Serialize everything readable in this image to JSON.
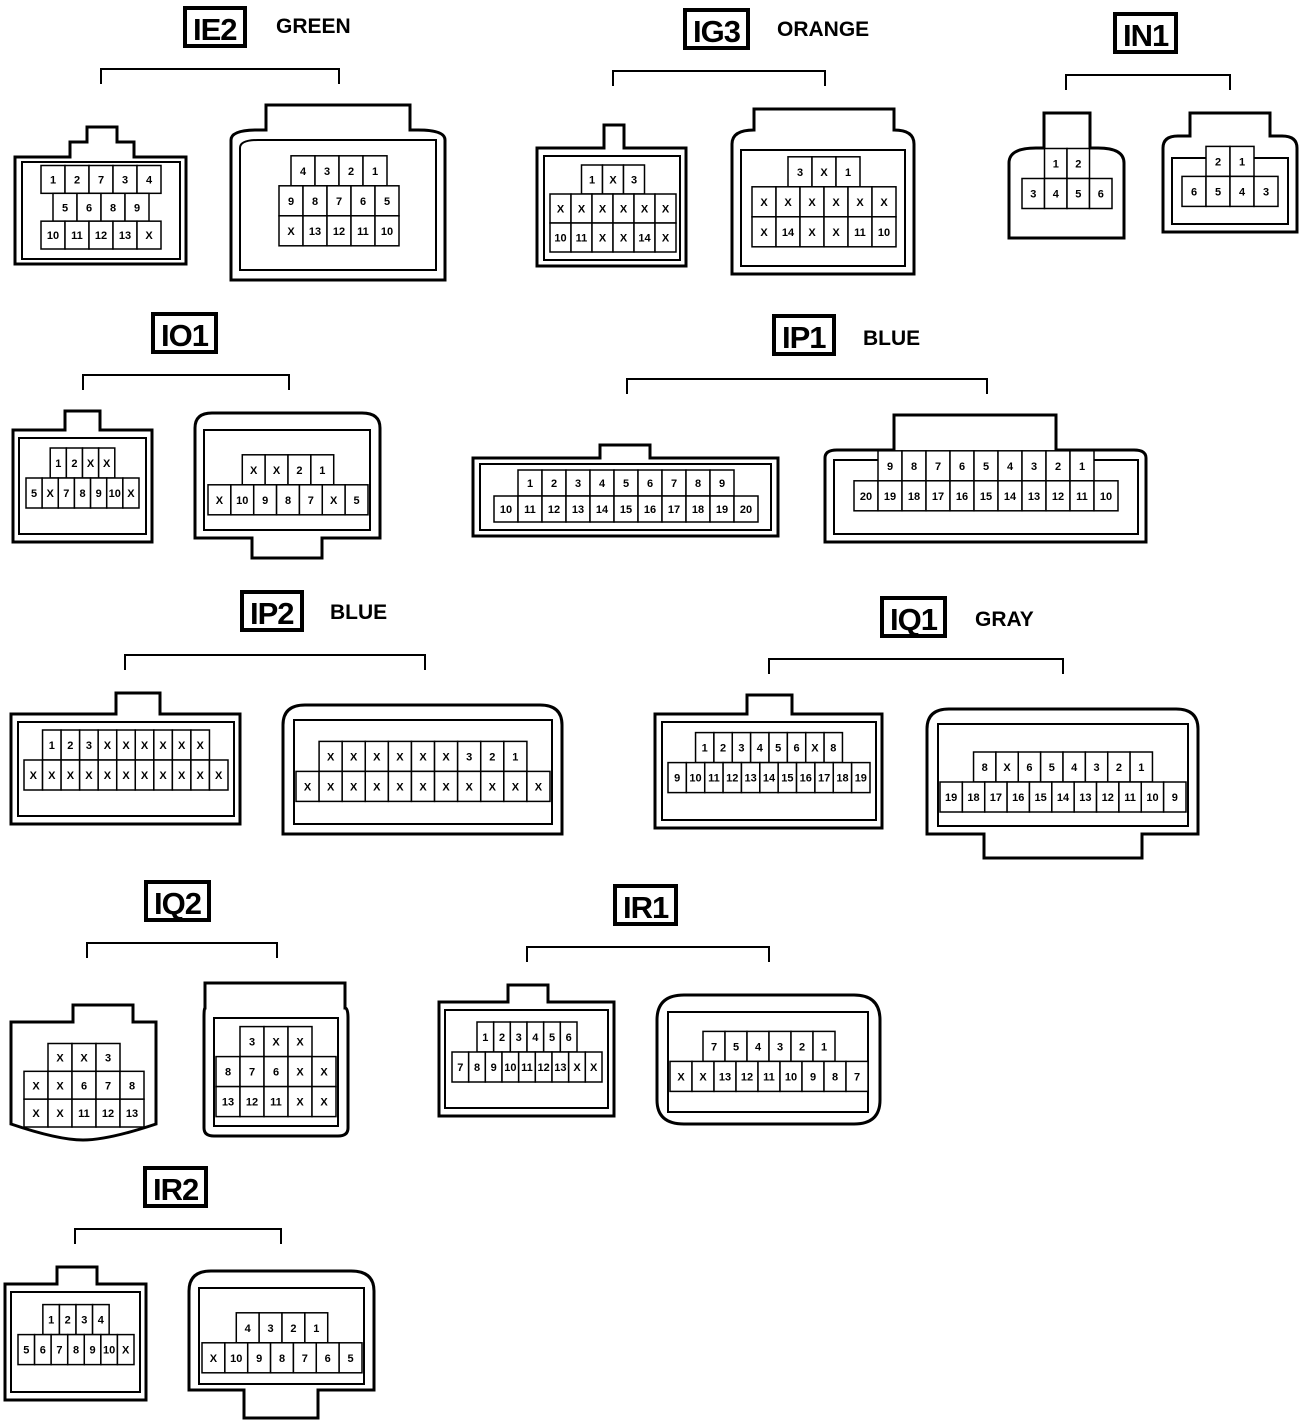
{
  "connectors": [
    {
      "code": "IE2",
      "color": "GREEN",
      "female": {
        "rows": [
          [
            "1",
            "2",
            "7",
            "3",
            "4"
          ],
          [
            "5",
            "6",
            "8",
            "9"
          ],
          [
            "10",
            "11",
            "12",
            "13",
            "X"
          ]
        ]
      },
      "male": {
        "rows": [
          [
            "4",
            "3",
            "2",
            "1"
          ],
          [
            "9",
            "8",
            "7",
            "6",
            "5"
          ],
          [
            "X",
            "13",
            "12",
            "11",
            "10"
          ]
        ]
      }
    },
    {
      "code": "IG3",
      "color": "ORANGE",
      "female": {
        "rows": [
          [
            "1",
            "X",
            "3"
          ],
          [
            "X",
            "X",
            "X",
            "X",
            "X",
            "X"
          ],
          [
            "10",
            "11",
            "X",
            "X",
            "14",
            "X"
          ]
        ]
      },
      "male": {
        "rows": [
          [
            "3",
            "X",
            "1"
          ],
          [
            "X",
            "X",
            "X",
            "X",
            "X",
            "X"
          ],
          [
            "X",
            "14",
            "X",
            "X",
            "11",
            "10"
          ]
        ]
      }
    },
    {
      "code": "IN1",
      "color": "",
      "female": {
        "rows": [
          [
            "1",
            "2"
          ],
          [
            "3",
            "4",
            "5",
            "6"
          ]
        ]
      },
      "male": {
        "rows": [
          [
            "2",
            "1"
          ],
          [
            "6",
            "5",
            "4",
            "3"
          ]
        ]
      }
    },
    {
      "code": "IO1",
      "color": "",
      "female": {
        "rows": [
          [
            "1",
            "2",
            "X",
            "X"
          ],
          [
            "5",
            "X",
            "7",
            "8",
            "9",
            "10",
            "X"
          ]
        ]
      },
      "male": {
        "rows": [
          [
            "X",
            "X",
            "2",
            "1"
          ],
          [
            "X",
            "10",
            "9",
            "8",
            "7",
            "X",
            "5"
          ]
        ]
      }
    },
    {
      "code": "IP1",
      "color": "BLUE",
      "female": {
        "rows": [
          [
            "1",
            "2",
            "3",
            "4",
            "5",
            "6",
            "7",
            "8",
            "9"
          ],
          [
            "10",
            "11",
            "12",
            "13",
            "14",
            "15",
            "16",
            "17",
            "18",
            "19",
            "20"
          ]
        ]
      },
      "male": {
        "rows": [
          [
            "9",
            "8",
            "7",
            "6",
            "5",
            "4",
            "3",
            "2",
            "1"
          ],
          [
            "20",
            "19",
            "18",
            "17",
            "16",
            "15",
            "14",
            "13",
            "12",
            "11",
            "10"
          ]
        ]
      }
    },
    {
      "code": "IP2",
      "color": "BLUE",
      "female": {
        "rows": [
          [
            "1",
            "2",
            "3",
            "X",
            "X",
            "X",
            "X",
            "X",
            "X"
          ],
          [
            "X",
            "X",
            "X",
            "X",
            "X",
            "X",
            "X",
            "X",
            "X",
            "X",
            "X"
          ]
        ]
      },
      "male": {
        "rows": [
          [
            "X",
            "X",
            "X",
            "X",
            "X",
            "X",
            "3",
            "2",
            "1"
          ],
          [
            "X",
            "X",
            "X",
            "X",
            "X",
            "X",
            "X",
            "X",
            "X",
            "X",
            "X"
          ]
        ]
      }
    },
    {
      "code": "IQ1",
      "color": "GRAY",
      "female": {
        "rows": [
          [
            "1",
            "2",
            "3",
            "4",
            "5",
            "6",
            "X",
            "8"
          ],
          [
            "9",
            "10",
            "11",
            "12",
            "13",
            "14",
            "15",
            "16",
            "17",
            "18",
            "19"
          ]
        ]
      },
      "male": {
        "rows": [
          [
            "8",
            "X",
            "6",
            "5",
            "4",
            "3",
            "2",
            "1"
          ],
          [
            "19",
            "18",
            "17",
            "16",
            "15",
            "14",
            "13",
            "12",
            "11",
            "10",
            "9"
          ]
        ]
      }
    },
    {
      "code": "IQ2",
      "color": "",
      "female": {
        "rows": [
          [
            "X",
            "X",
            "3"
          ],
          [
            "X",
            "X",
            "6",
            "7",
            "8"
          ],
          [
            "X",
            "X",
            "11",
            "12",
            "13"
          ]
        ]
      },
      "male": {
        "rows": [
          [
            "3",
            "X",
            "X"
          ],
          [
            "8",
            "7",
            "6",
            "X",
            "X"
          ],
          [
            "13",
            "12",
            "11",
            "X",
            "X"
          ]
        ]
      }
    },
    {
      "code": "IR1",
      "color": "",
      "female": {
        "rows": [
          [
            "1",
            "2",
            "3",
            "4",
            "5",
            "6"
          ],
          [
            "7",
            "8",
            "9",
            "10",
            "11",
            "12",
            "13",
            "X",
            "X"
          ]
        ]
      },
      "male": {
        "rows": [
          [
            "7",
            "5",
            "4",
            "3",
            "2",
            "1"
          ],
          [
            "X",
            "X",
            "13",
            "12",
            "11",
            "10",
            "9",
            "8",
            "7"
          ]
        ]
      }
    },
    {
      "code": "IR2",
      "color": "",
      "female": {
        "rows": [
          [
            "1",
            "2",
            "3",
            "4"
          ],
          [
            "5",
            "6",
            "7",
            "8",
            "9",
            "10",
            "X"
          ]
        ]
      },
      "male": {
        "rows": [
          [
            "4",
            "3",
            "2",
            "1"
          ],
          [
            "X",
            "10",
            "9",
            "8",
            "7",
            "6",
            "5"
          ]
        ]
      }
    }
  ]
}
